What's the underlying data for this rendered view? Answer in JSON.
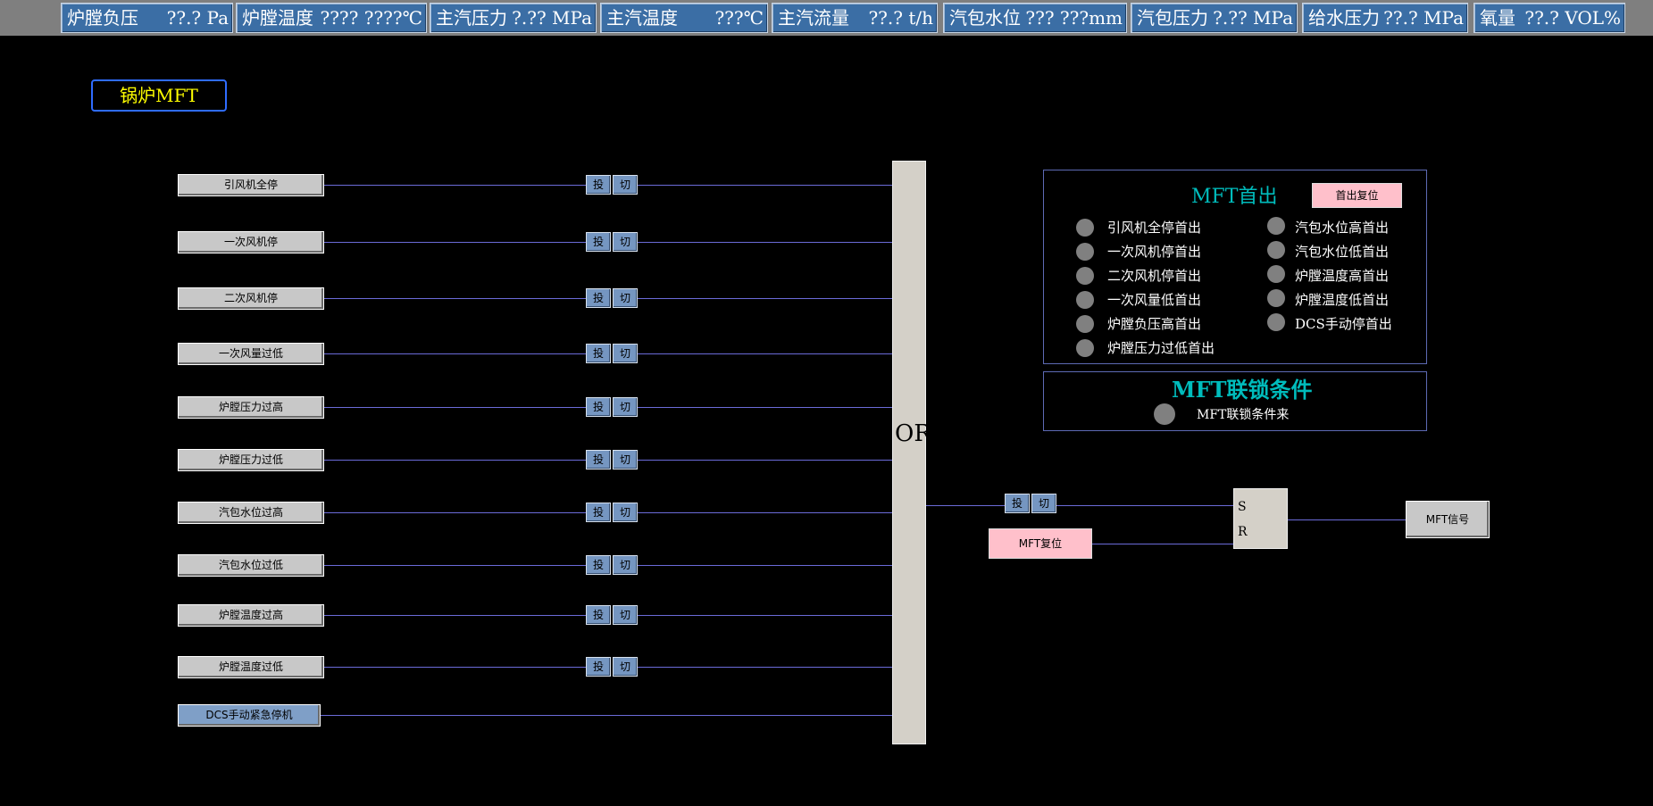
{
  "top_bar": [
    {
      "label": "炉膛负压",
      "value": "??.? Pa"
    },
    {
      "label": "炉膛温度",
      "value": "???? ????℃"
    },
    {
      "label": "主汽压力",
      "value": "?.?? MPa"
    },
    {
      "label": "主汽温度",
      "value": "???℃"
    },
    {
      "label": "主汽流量",
      "value": "??.? t/h"
    },
    {
      "label": "汽包水位",
      "value": "??? ???mm"
    },
    {
      "label": "汽包压力",
      "value": "?.?? MPa"
    },
    {
      "label": "给水压力",
      "value": "??.? MPa"
    },
    {
      "label": "氧量",
      "value": "??.? VOL%"
    }
  ],
  "title": "锅炉MFT",
  "conditions": [
    {
      "label": "引风机全停"
    },
    {
      "label": "一次风机停"
    },
    {
      "label": "二次风机停"
    },
    {
      "label": "一次风量过低"
    },
    {
      "label": "炉膛压力过高"
    },
    {
      "label": "炉膛压力过低"
    },
    {
      "label": "汽包水位过高"
    },
    {
      "label": "汽包水位过低"
    },
    {
      "label": "炉膛温度过高"
    },
    {
      "label": "炉膛温度过低"
    }
  ],
  "dcs_manual": "DCS手动紧急停机",
  "switch": {
    "on": "投",
    "off": "切"
  },
  "or_gate": "OR",
  "sr": {
    "s": "S",
    "r": "R"
  },
  "mft_reset": "MFT复位",
  "mft_signal": "MFT信号",
  "first_out": {
    "title": "MFT首出",
    "reset": "首出复位",
    "left": [
      "引风机全停首出",
      "一次风机停首出",
      "二次风机停首出",
      "一次风量低首出",
      "炉膛负压高首出",
      "炉膛压力过低首出"
    ],
    "right": [
      "汽包水位高首出",
      "汽包水位低首出",
      "炉膛温度高首出",
      "炉膛温度低首出",
      "DCS手动停首出"
    ]
  },
  "interlock": {
    "title": "MFT联锁条件",
    "label": "MFT联锁条件来"
  },
  "colors": {
    "led_off": "#808080",
    "title_text": "#ffff00",
    "panel_title": "#00bcbc",
    "reset_button": "#ffc0cb"
  }
}
